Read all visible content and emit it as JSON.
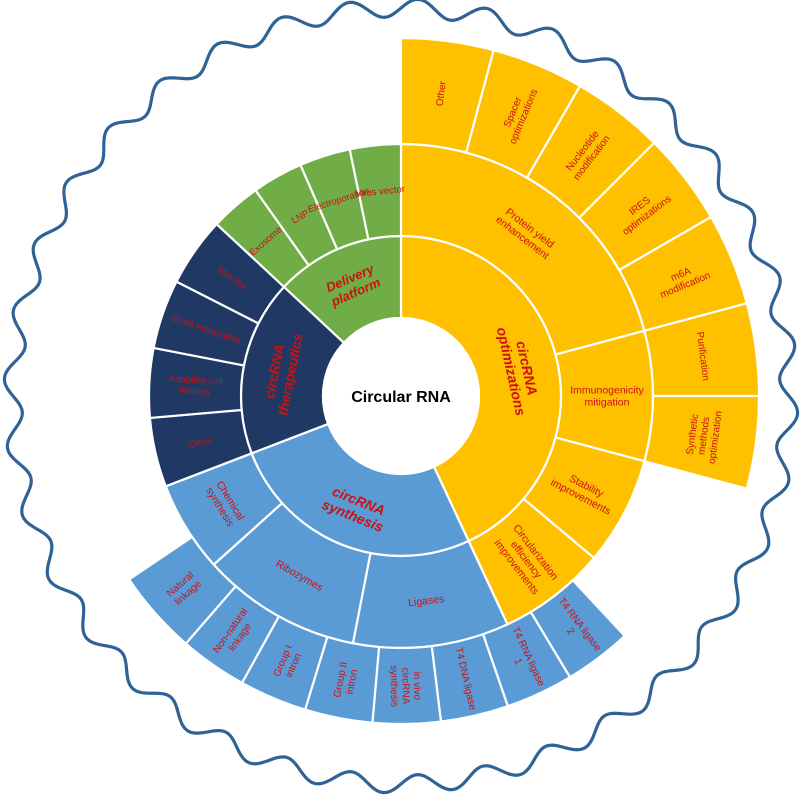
{
  "center": {
    "title": "Circular RNA"
  },
  "colors": {
    "outline": "#2f6396",
    "divider": "#ffffff",
    "center_text": "#000000",
    "section_text": "#cc1111",
    "leaf_text": "#cc1111"
  },
  "sectors": [
    {
      "id": "optimizations",
      "label": "circRNA optimizations",
      "color": "#ffc000",
      "subgroups": [
        {
          "label": "Protein yield enhancement",
          "leaves": [
            "Other",
            "Spacer optimizations",
            "Nucleotide modification",
            "IRES optimizations",
            "m6A modification"
          ]
        },
        {
          "label": "Immunogenicity mitigation",
          "leaves": [
            "Purification",
            "Synthetic methods optimization"
          ]
        },
        {
          "label": "Stability improvements",
          "leaves": []
        },
        {
          "label": "Circularization efficiency improvements",
          "leaves": []
        }
      ]
    },
    {
      "id": "synthesis",
      "label": "circRNA synthesis",
      "color": "#5b9bd5",
      "subgroups": [
        {
          "label": "Ligases",
          "leaves": [
            "T4 RNA ligase 2",
            "T4 RNA ligase 1",
            "T4 DNA ligase"
          ]
        },
        {
          "label": "Ribozymes",
          "leaves": [
            "in vivo circRNA synthesis",
            "Group II intron",
            "Group I intron"
          ]
        },
        {
          "label": "Chemical synthesis",
          "leaves": [
            "Non-natural linkage",
            "Natural linkage"
          ]
        }
      ]
    },
    {
      "id": "therapeutics",
      "label": "circRNA therapeutics",
      "color": "#1f3864",
      "subgroups": [
        {
          "label": "Other",
          "leaves": []
        },
        {
          "label": "Adoptive cell therapy",
          "leaves": []
        },
        {
          "label": "Gene modulation",
          "leaves": []
        },
        {
          "label": "Vaccine",
          "leaves": []
        }
      ]
    },
    {
      "id": "delivery",
      "label": "Delivery platform",
      "color": "#70ad47",
      "subgroups": [
        {
          "label": "Exosome",
          "leaves": []
        },
        {
          "label": "LNP",
          "leaves": []
        },
        {
          "label": "Electroporation",
          "leaves": []
        },
        {
          "label": "Virus vector",
          "leaves": []
        }
      ]
    }
  ]
}
